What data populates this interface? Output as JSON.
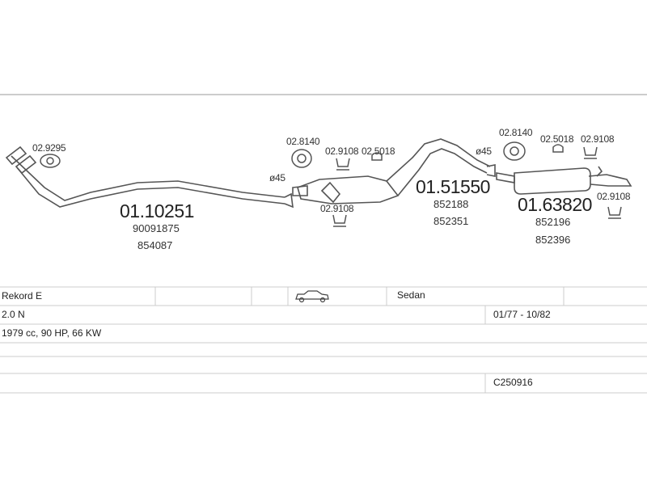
{
  "parts": {
    "front_pipe": {
      "number": "01.10251",
      "oe": [
        "90091875",
        "854087"
      ]
    },
    "center_silencer": {
      "number": "01.51550",
      "oe": [
        "852188",
        "852351"
      ]
    },
    "rear_silencer": {
      "number": "01.63820",
      "oe": [
        "852196",
        "852396"
      ]
    }
  },
  "accessories": {
    "a1": "02.9295",
    "a2": "02.8140",
    "a3": "02.9108",
    "a4": "02.5018",
    "a5": "02.9108",
    "a6": "02.8140",
    "a7": "02.5018",
    "a8": "02.9108",
    "a9": "02.9108"
  },
  "diameters": {
    "d1": "ø45",
    "d2": "ø45"
  },
  "vehicle": {
    "model": "Rekord E",
    "body": "Sedan",
    "engine": "2.0 N",
    "years": "01/77 - 10/82",
    "specs": "1979 cc, 90 HP, 66 KW",
    "code": "C250916"
  }
}
